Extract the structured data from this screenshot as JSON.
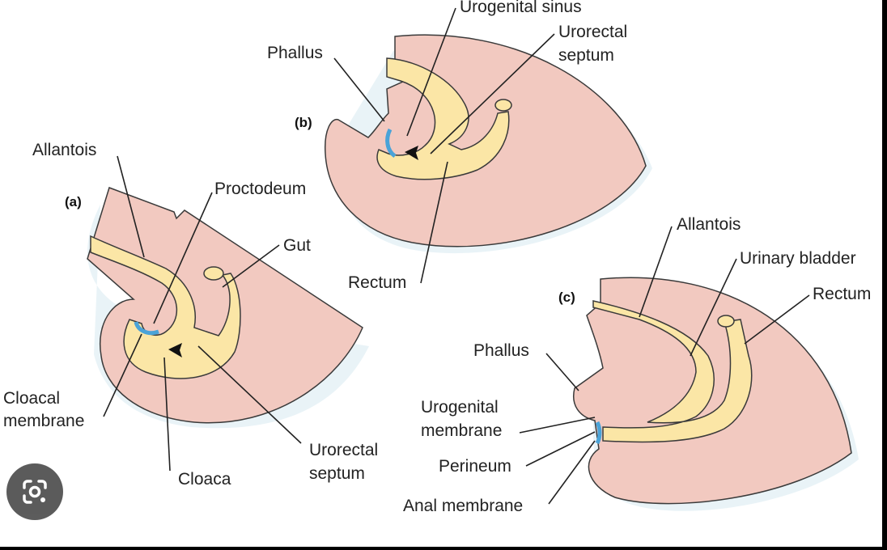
{
  "panels": {
    "a": {
      "tag": "(a)",
      "labels": {
        "allantois": "Allantois",
        "proctodeum": "Proctodeum",
        "gut": "Gut",
        "cloacal_membrane_1": "Cloacal",
        "cloacal_membrane_2": "membrane",
        "cloaca": "Cloaca",
        "urorectal_septum_1": "Urorectal",
        "urorectal_septum_2": "septum"
      }
    },
    "b": {
      "tag": "(b)",
      "labels": {
        "phallus": "Phallus",
        "urogenital_sinus": "Urogenital sinus",
        "urorectal_septum_1": "Urorectal",
        "urorectal_septum_2": "septum",
        "rectum": "Rectum"
      }
    },
    "c": {
      "tag": "(c)",
      "labels": {
        "allantois": "Allantois",
        "urinary_bladder": "Urinary bladder",
        "rectum": "Rectum",
        "phallus": "Phallus",
        "urogenital_membrane_1": "Urogenital",
        "urogenital_membrane_2": "membrane",
        "perineum": "Perineum",
        "anal_membrane": "Anal membrane"
      }
    }
  },
  "colors": {
    "tissue": "#f2c9c0",
    "endoderm": "#fbe6a6",
    "membrane": "#4aa3d8",
    "shadow": "#dfeef3",
    "outline": "#3a3a3a"
  },
  "overlay": {
    "icon": "google-lens-icon"
  }
}
